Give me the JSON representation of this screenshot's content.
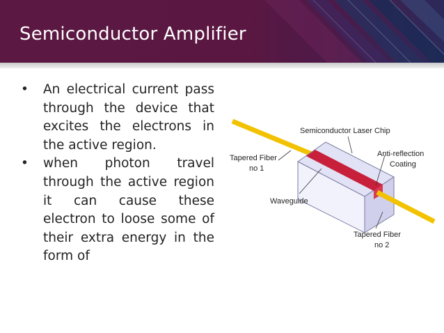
{
  "slide": {
    "title": "Semiconductor Amplifier",
    "bullets": [
      {
        "text": "An electrical current pass through the device that excites the electrons in the active region."
      },
      {
        "text": "when photon travel through the active region it can cause these electron to loose some of their extra energy in the form of"
      }
    ],
    "bullet_glyph": "•"
  },
  "diagram": {
    "labels": {
      "chip": "Semiconductor Laser Chip",
      "tapered_fiber_1_line1": "Tapered Fiber",
      "tapered_fiber_1_line2": "no 1",
      "anti_reflection_line1": "Anti-reflection",
      "anti_reflection_line2": "Coating",
      "waveguide": "Waveguide",
      "tapered_fiber_2_line1": "Tapered Fiber",
      "tapered_fiber_2_line2": "no 2"
    },
    "colors": {
      "fiber": "#f2c200",
      "waveguide": "#c8203a",
      "chip_top": "#e2e2f6",
      "chip_front": "#f2f2fc",
      "chip_side": "#d0d0ec"
    }
  },
  "theme": {
    "header_color": "#5b1842",
    "accent_dark": "#2a2a5a"
  }
}
